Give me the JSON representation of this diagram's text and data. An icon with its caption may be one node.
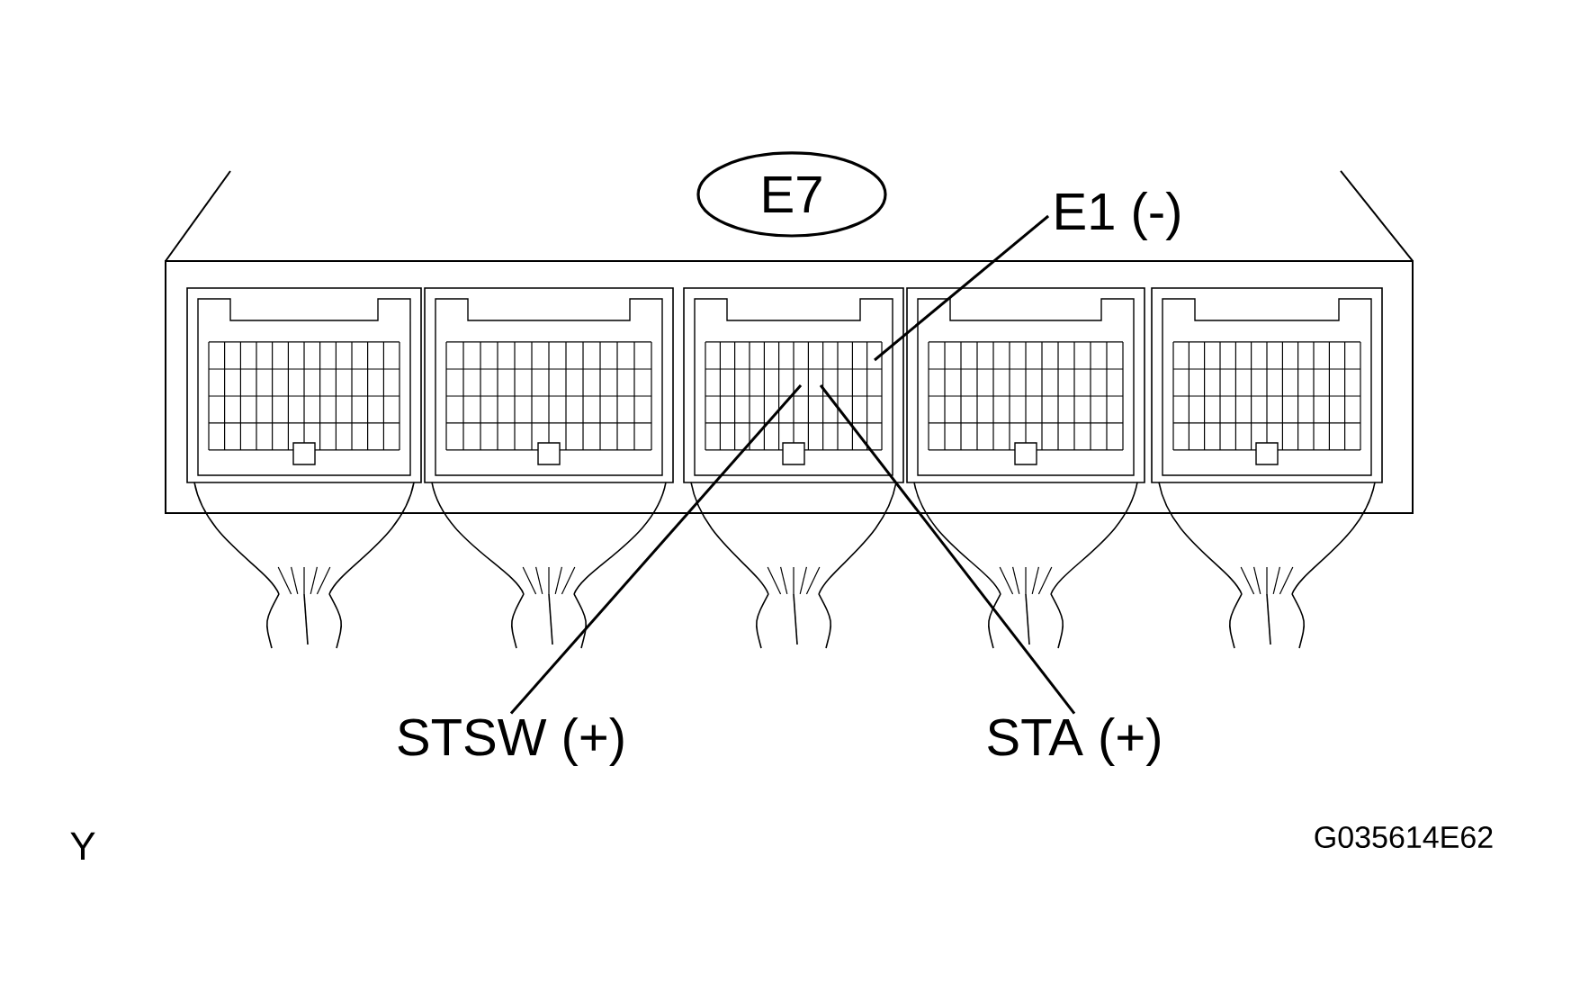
{
  "diagram": {
    "nodes": [
      {
        "text": [
          "E7"
        ]
      },
      {
        "text": [
          "E1 (-)"
        ]
      },
      {
        "text": [
          "STSW (+)"
        ]
      },
      {
        "text": [
          "STA (+)"
        ]
      }
    ],
    "edges": [
      {
        "from": 1,
        "to": null,
        "arrow": "none"
      },
      {
        "from": 2,
        "to": null,
        "arrow": "none"
      },
      {
        "from": 3,
        "to": null,
        "arrow": "none"
      }
    ],
    "labels": [
      "Y",
      "G035614E62"
    ]
  }
}
